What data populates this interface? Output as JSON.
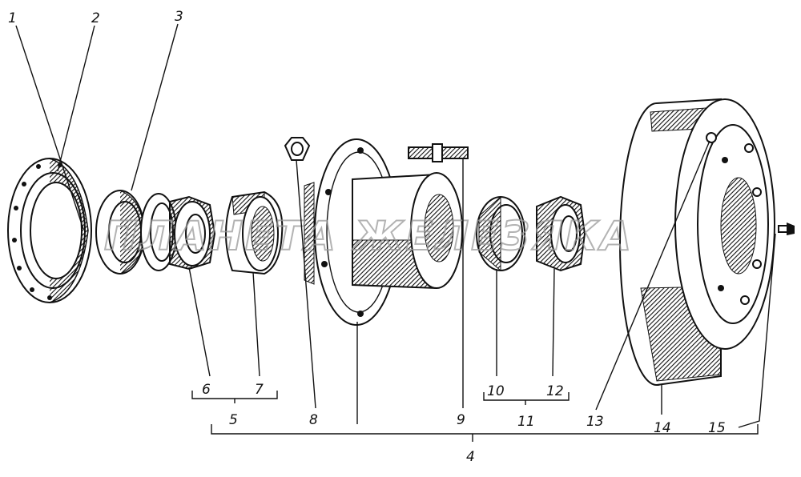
{
  "watermark": "ПЛАНЕТА ЖЕЛЕЗЯКА",
  "labels": {
    "n1": "1",
    "n2": "2",
    "n3": "3",
    "n4": "4",
    "n5": "5",
    "n6": "6",
    "n7": "7",
    "n8": "8",
    "n9": "9",
    "n10": "10",
    "n11": "11",
    "n12": "12",
    "n13": "13",
    "n14": "14",
    "n15": "15"
  },
  "colors": {
    "ink": "#111111",
    "background": "#ffffff",
    "watermark": "#9a9a9a"
  }
}
